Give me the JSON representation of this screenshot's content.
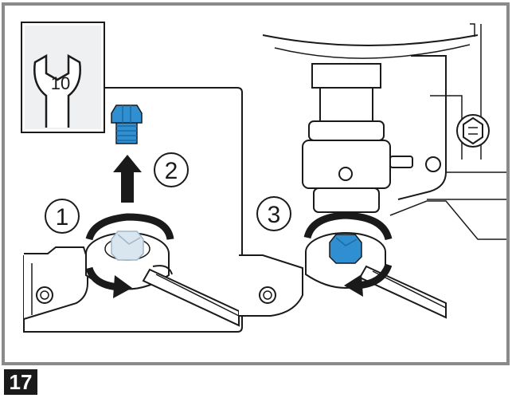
{
  "tool": {
    "wrench_size": "10"
  },
  "callouts": {
    "step1": "1",
    "step2": "2",
    "step3": "3"
  },
  "figure": {
    "step_number": "17"
  },
  "colors": {
    "frame_gray": "#8a8a8a",
    "plug_blue": "#2f8fd0",
    "plug_blue_dark": "#1d6aa6",
    "ink": "#1a1a1a",
    "ghost_plug": "#d9e6f0"
  }
}
